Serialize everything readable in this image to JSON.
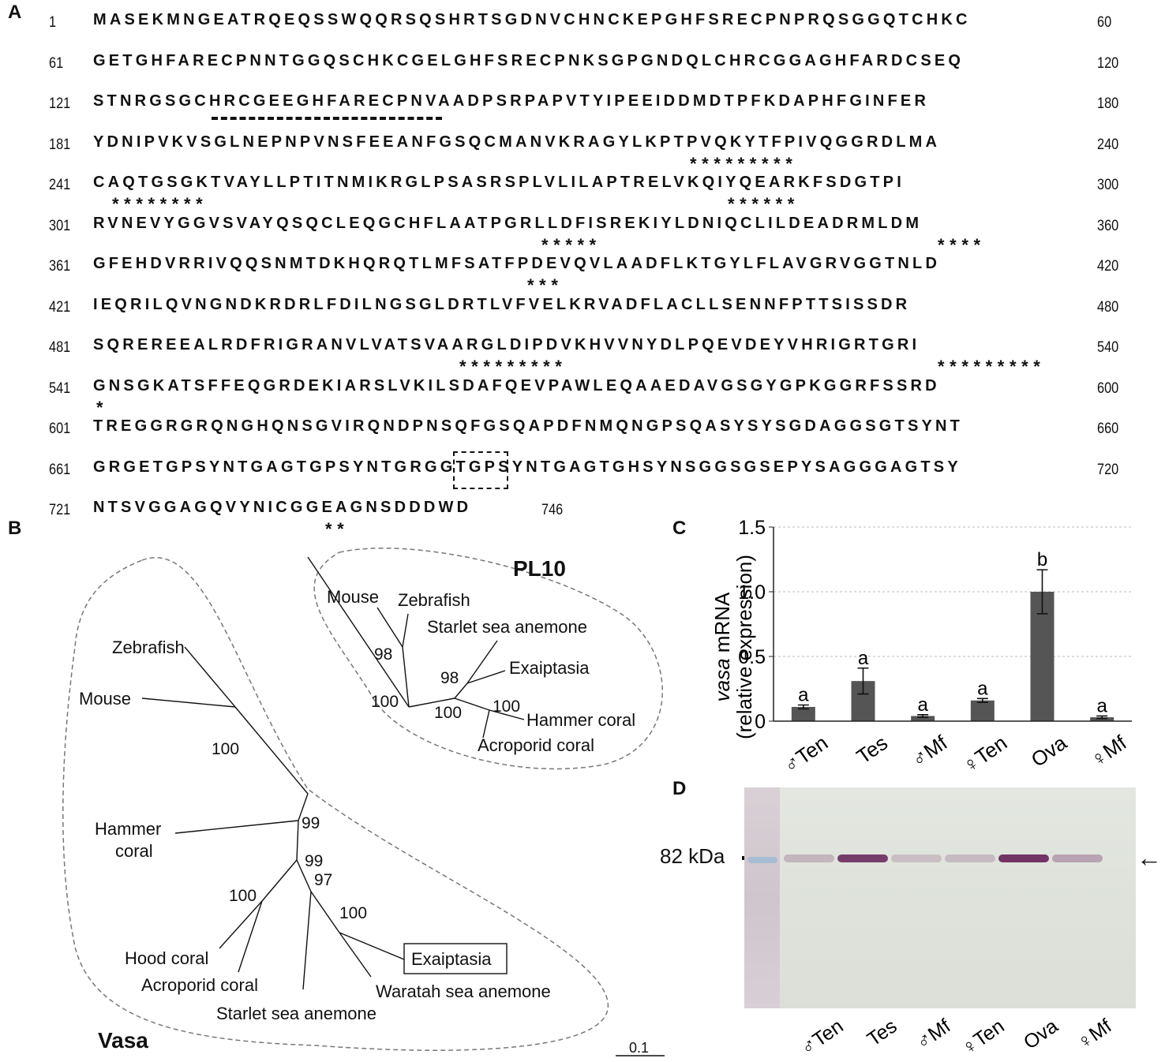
{
  "panels": {
    "a": "A",
    "b": "B",
    "c": "C",
    "d": "D"
  },
  "sequence": {
    "rows": [
      {
        "start": "1",
        "seq": "MASEKMNGEATRQEQSSWQQRSQSHRTSGDNVCHNCKEPGHFSRECPNPRQSGGQTCHKC",
        "end": "60"
      },
      {
        "start": "61",
        "seq": "GETGHFARECPNNTGGQSCHKCGELGHFSRECPNKSGPGNDQLCHRCGGAGHFARDCSEQ",
        "end": "120"
      },
      {
        "start": "121",
        "seq": "STNRGSGCHRCGEEGHFARECPNVAADPSRPAPVTYIPEEIDDMDTPFKDAPHFGINFER",
        "end": "180"
      },
      {
        "start": "181",
        "seq": "YDNIPVKVSGLNEPNPVNSFEEANFGSQCMANVKRAGYLKPTPVQKYTFPIVQGGRDLMA",
        "end": "240"
      },
      {
        "start": "241",
        "seq": "CAQTGSGKTVAYLLPTITNMIKRGLPSASRSPLVLILAPTRELVKQIYQEARKFSDGTPI",
        "end": "300"
      },
      {
        "start": "301",
        "seq": "RVNEVYGGVSVAYQSQCLEQGCHFLAATPGRLLDFISREKIYLDNIQCLILDEADRMLDM",
        "end": "360"
      },
      {
        "start": "361",
        "seq": "GFEHDVRRIVQQSNMTDKHQRQTLMFSATFPDEVQVLAADFLKTGYLFLAVGRVGGTNLD",
        "end": "420"
      },
      {
        "start": "421",
        "seq": "IEQRILQVNGNDKRDRLFDILNGSGLDRTLVFVELKRVADFLACLLSENNFPTTSISSDR",
        "end": "480"
      },
      {
        "start": "481",
        "seq": "SQREREEALRDFRIGRANVLVATSVAARGLDIPDVKHVVNYDLPQEVDEYVHRIGRTGRI",
        "end": "540"
      },
      {
        "start": "541",
        "seq": "GNSGKATSFFEQGRDEKIARSLVKILSDAFQEVPAWLEQAAEDAVGSGYGPKGGRFSSRD",
        "end": "600"
      },
      {
        "start": "601",
        "seq": "TREGGRGRQNGHQNSGVIRQNDPNSQFGSQAPDFNMQNGPSQASYSYSGDAGGSGTSYNT",
        "end": "660"
      },
      {
        "start": "661",
        "seq": "GRGETGPSYNTGAGTGPSYNTGRGGTGPSYNTGAGTGHSYNSGGSGSEPYSAGGGAGTSY",
        "end": "720"
      },
      {
        "start": "721",
        "seq": "NTSVGGAGQVYNICGGEAGNSDDDWD",
        "end": "746"
      }
    ],
    "motif_marks": [
      {
        "row": 3,
        "text": "*********"
      },
      {
        "row": 4,
        "text": "********"
      },
      {
        "row": 4,
        "text": "******"
      },
      {
        "row": 5,
        "text": "*****"
      },
      {
        "row": 5,
        "text": "****"
      },
      {
        "row": 6,
        "text": "***"
      },
      {
        "row": 8,
        "text": "*********"
      },
      {
        "row": 8,
        "text": "*********"
      },
      {
        "row": 9,
        "text": "*"
      },
      {
        "row": 12,
        "text": "**"
      }
    ]
  },
  "tree": {
    "groups": [
      "PL10",
      "Vasa"
    ],
    "taxa": {
      "pl10_mouse": "Mouse",
      "pl10_zebrafish": "Zebrafish",
      "pl10_starlet": "Starlet sea anemone",
      "pl10_exaiptasia": "Exaiptasia",
      "pl10_hammer": "Hammer coral",
      "pl10_acroporid": "Acroporid coral",
      "vasa_zebrafish": "Zebrafish",
      "vasa_mouse": "Mouse",
      "vasa_hammer_1": "Hammer",
      "vasa_hammer_2": "coral",
      "vasa_hood": "Hood coral",
      "vasa_acroporid": "Acroporid coral",
      "vasa_starlet": "Starlet sea anemone",
      "vasa_waratah": "Waratah sea anemone",
      "vasa_exaiptasia": "Exaiptasia"
    },
    "bootstrap": {
      "b98_top": "98",
      "b100_root_pl10": "100",
      "b98_mid": "98",
      "b100_inner": "100",
      "b100_pl10_coral": "100",
      "b100_vasa_vert": "100",
      "b99_a": "99",
      "b99_b": "99",
      "b97": "97",
      "b100_corals": "100",
      "b100_anemones": "100"
    },
    "scale_bar": "0.1"
  },
  "chart_data": {
    "type": "bar",
    "categories": [
      "♂Ten",
      "Tes",
      "♂Mf",
      "♀Ten",
      "Ova",
      "♀Mf"
    ],
    "values": [
      0.11,
      0.31,
      0.04,
      0.16,
      1.0,
      0.03
    ],
    "errors": [
      0.015,
      0.1,
      0.01,
      0.015,
      0.17,
      0.01
    ],
    "letters": [
      "a",
      "a",
      "a",
      "a",
      "b",
      "a"
    ],
    "ylabel_italic": "vasa",
    "ylabel_rest": "mRNA",
    "ylabel_line2": "(relative expression)",
    "yticks": [
      "0",
      "0.5",
      "1.0",
      "1.5"
    ],
    "ylim": [
      0,
      1.5
    ],
    "grid": true,
    "bar_color": "#555555"
  },
  "blot": {
    "marker_label": "82 kDa",
    "arrow": "←",
    "lanes": [
      "♂Ten",
      "Tes",
      "♂Mf",
      "♀Ten",
      "Ova",
      "♀Mf"
    ],
    "band_intensity": [
      0.25,
      0.9,
      0.2,
      0.22,
      0.95,
      0.35
    ],
    "band_color": "#6a2a5e"
  }
}
